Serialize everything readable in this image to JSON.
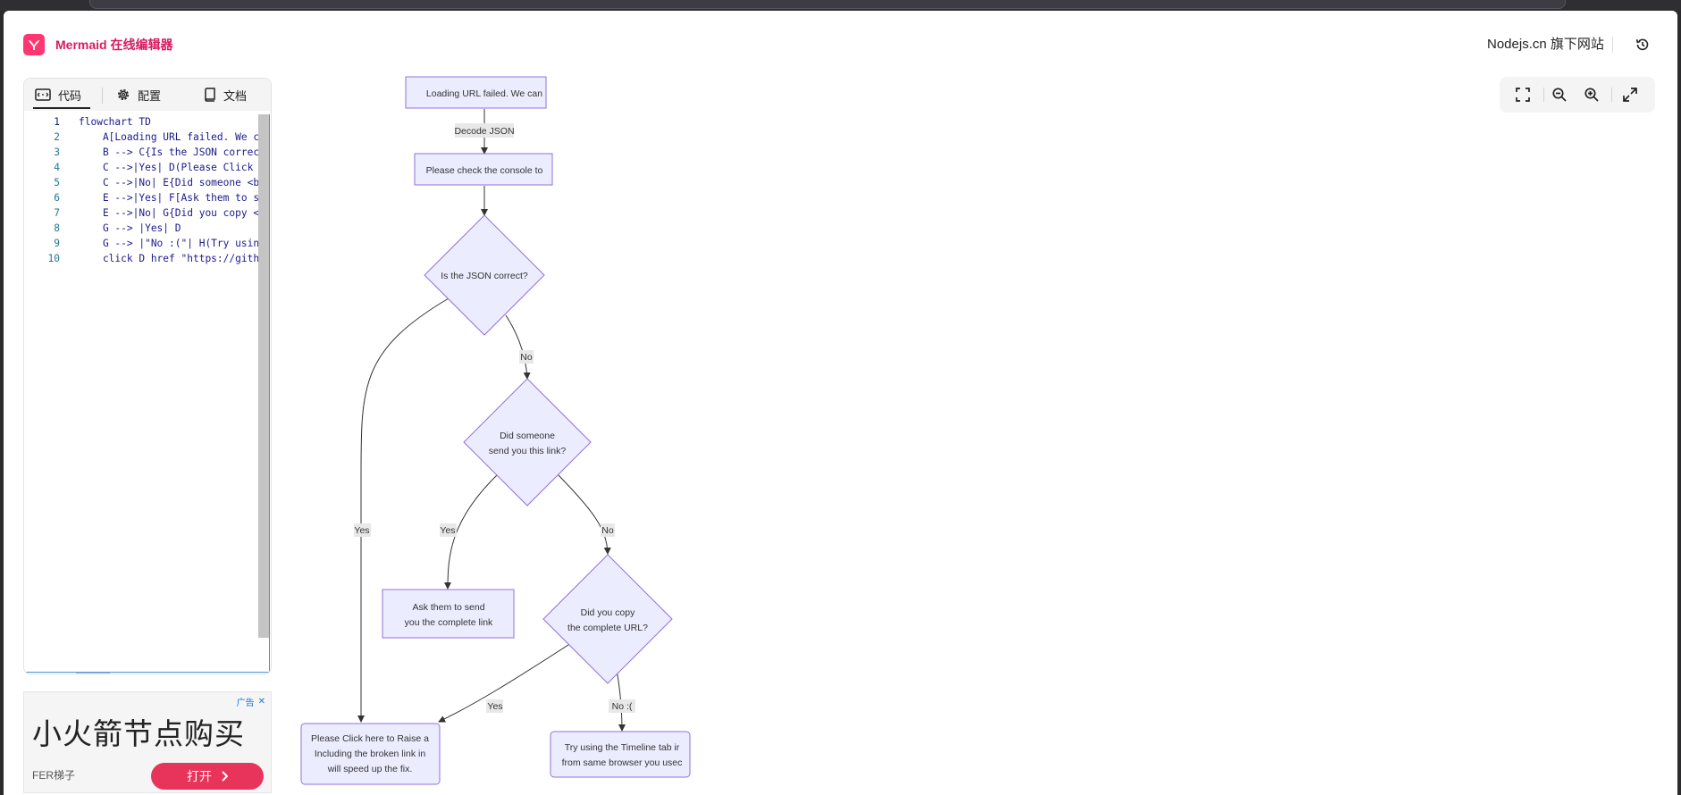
{
  "app": {
    "title": "Mermaid 在线编辑器",
    "site_link": "Nodejs.cn 旗下网站"
  },
  "tabs": [
    {
      "label": "代码",
      "icon": "code-icon"
    },
    {
      "label": "配置",
      "icon": "gear-icon"
    },
    {
      "label": "文档",
      "icon": "book-icon"
    }
  ],
  "editor": {
    "lines": [
      {
        "n": "1",
        "text": "flowchart TD"
      },
      {
        "n": "2",
        "text": "    A[Loading URL failed. We ca"
      },
      {
        "n": "3",
        "text": "    B --> C{Is the JSON correct"
      },
      {
        "n": "4",
        "text": "    C -->|Yes| D(Please Click h"
      },
      {
        "n": "5",
        "text": "    C -->|No| E{Did someone <br"
      },
      {
        "n": "6",
        "text": "    E -->|Yes| F[Ask them to se"
      },
      {
        "n": "7",
        "text": "    E -->|No| G{Did you copy <b"
      },
      {
        "n": "8",
        "text": "    G --> |Yes| D"
      },
      {
        "n": "9",
        "text": "    G --> |\"No :(\"| H(Try using"
      },
      {
        "n": "10",
        "text": "    click D href \"https://githu"
      }
    ]
  },
  "ad": {
    "badge": "广告",
    "close": "✕",
    "title": "小火箭节点购买",
    "brand": "FER梯子",
    "button": "打开"
  },
  "diagram": {
    "nodes": {
      "A": "Loading URL failed. We can",
      "B": "Please check the console to",
      "C": "Is the JSON correct?",
      "E1": "Did someone",
      "E2": "send you this link?",
      "F1": "Ask them to send",
      "F2": "you the complete link",
      "G1": "Did you copy",
      "G2": "the complete URL?",
      "D1": "Please Click here to Raise a",
      "D2": "Including the broken link in",
      "D3": "will speed up the fix.",
      "H1": "Try using the Timeline tab ir",
      "H2": "from same browser you usec"
    },
    "edges": {
      "decode": "Decode JSON",
      "c_no": "No",
      "c_yes": "Yes",
      "e_yes": "Yes",
      "e_no": "No",
      "g_yes": "Yes",
      "g_no": "No :("
    }
  },
  "toolbar": {
    "buttons": [
      {
        "name": "fit-view-button",
        "icon": "fit-view-icon"
      },
      {
        "name": "zoom-out-button",
        "icon": "zoom-out-icon"
      },
      {
        "name": "zoom-in-button",
        "icon": "zoom-in-icon"
      },
      {
        "name": "fullscreen-button",
        "icon": "expand-icon"
      }
    ]
  },
  "colors": {
    "accent": "#d81b60",
    "logo": "#ff3670",
    "node_fill": "#ececff",
    "node_stroke": "#9370db",
    "ad_button": "#e8335a"
  }
}
